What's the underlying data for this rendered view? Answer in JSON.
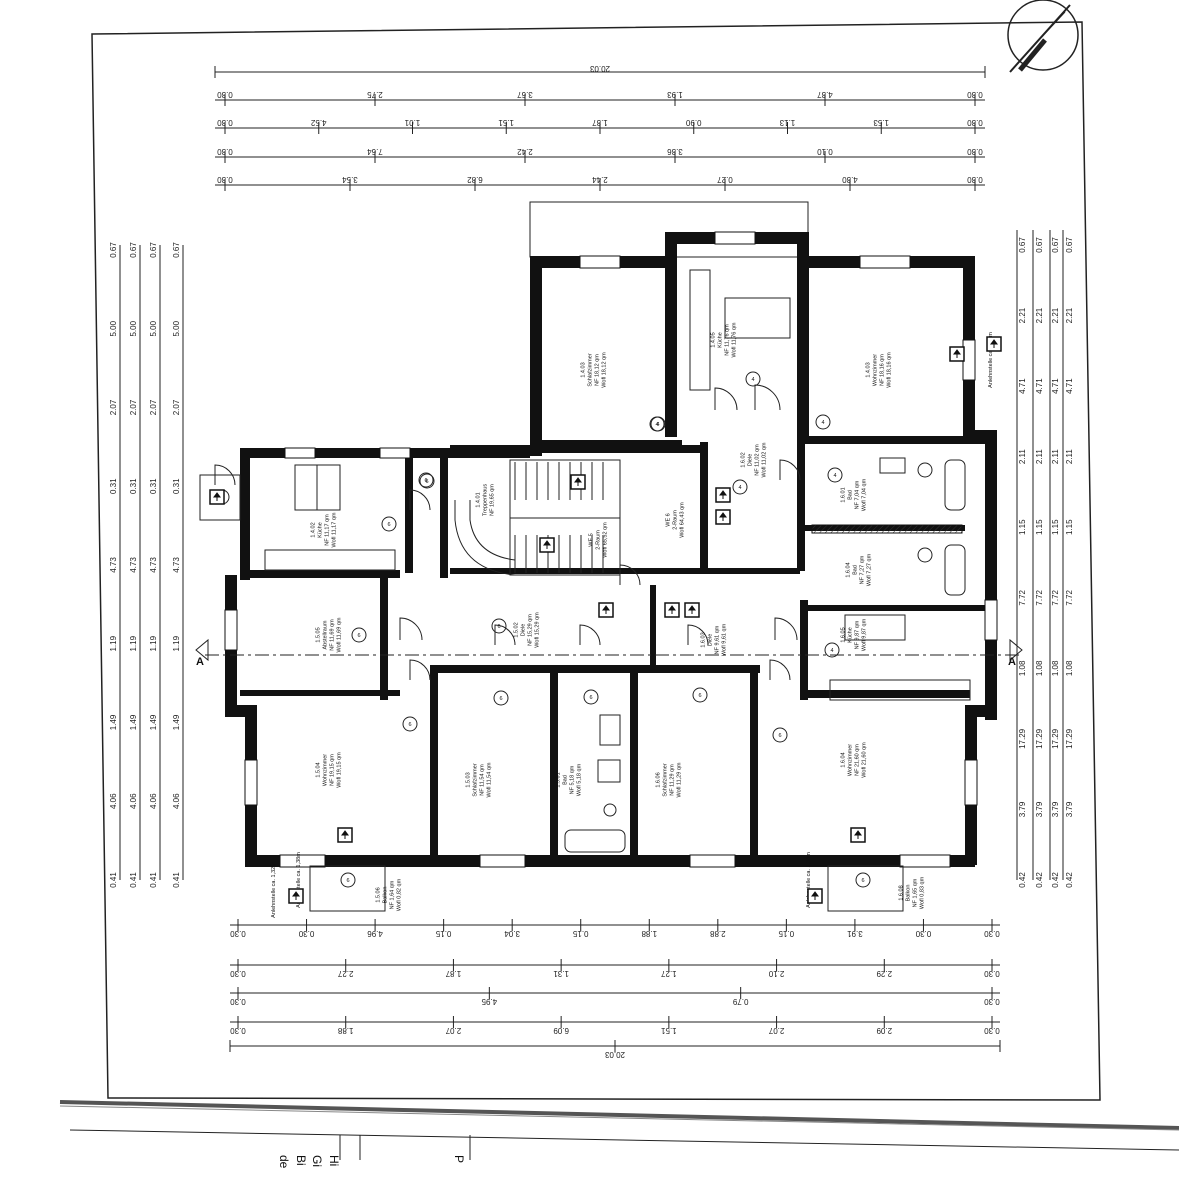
{
  "section_marks": {
    "left": "A",
    "right": "A"
  },
  "top_dims": {
    "row1": [
      "20.03"
    ],
    "row2": [
      "0.30",
      "2.75",
      "3.67",
      "1.93",
      "4.37",
      "0.30"
    ],
    "row3": [
      "0.30",
      "4.52",
      "1.01",
      "1.51",
      "1.37",
      "0.90",
      "1.13",
      "1.53",
      "0.30"
    ],
    "row4": [
      "0.30",
      "7.64",
      "2.42",
      "3.36",
      "0.10",
      "0.30"
    ],
    "row5": [
      "0.30",
      "3.54",
      "6.82",
      "2.44",
      "0.27",
      "4.30",
      "0.30"
    ]
  },
  "bottom_dims": {
    "row1": [
      "0.30",
      "0.30",
      "4.96",
      "0.15",
      "3.04",
      "0.15",
      "1.88",
      "2.88",
      "0.15",
      "3.91",
      "0.30",
      "0.30"
    ],
    "row2": [
      "0.30",
      "2.27",
      "1.87",
      "1.31",
      "1.27",
      "2.10",
      "2.29",
      "0.30"
    ],
    "row3": [
      "0.30",
      "4.95",
      "0.79",
      "0.30"
    ],
    "row4": [
      "0.30",
      "1.88",
      "2.07",
      "6.09",
      "1.51",
      "2.07",
      "2.09",
      "0.30"
    ],
    "row5": [
      "20.03"
    ]
  },
  "left_dims": [
    "0.67",
    "5.00",
    "2.07",
    "0.31",
    "4.73",
    "1.19",
    "1.49",
    "4.06",
    "0.41"
  ],
  "right_dims": [
    "0.67",
    "2.21",
    "4.71",
    "2.11",
    "1.15",
    "7.72",
    "1.08",
    "17.29",
    "3.79",
    "0.42"
  ],
  "rooms": [
    {
      "id": "1.4.03",
      "name": "Schlafzimmer",
      "nf": "NF 18,12 qm",
      "wfl": "Wofl 18,12 qm"
    },
    {
      "id": "1.4.05",
      "name": "Küche",
      "nf": "NF 11,76 qm",
      "wfl": "Wofl 11,76 qm"
    },
    {
      "id": "1.4.03",
      "name": "Wohnzimmer",
      "nf": "NF 18,16 qm",
      "wfl": "Wofl 18,16 qm"
    },
    {
      "id": "1.4.02",
      "name": "Küche",
      "nf": "NF 11,17 qm",
      "wfl": "Wofl 11,17 qm"
    },
    {
      "id": "1.4.01",
      "name": "Treppenhaus",
      "nf": "NF 19,65 qm",
      "wfl": ""
    },
    {
      "id": "WE 5",
      "name": "2-Raum",
      "nf": "",
      "wfl": "Wofl 65,52 qm"
    },
    {
      "id": "WE 6",
      "name": "2-Raum",
      "nf": "",
      "wfl": "Wofl 64,43 qm"
    },
    {
      "id": "1.6.02",
      "name": "Diele",
      "nf": "NF 11,02 qm",
      "wfl": "Wofl 11,02 qm"
    },
    {
      "id": "1.6.01",
      "name": "Bad",
      "nf": "NF 7,04 qm",
      "wfl": "Wofl 7,04 qm"
    },
    {
      "id": "1.6.04",
      "name": "Bad",
      "nf": "NF 7,27 qm",
      "wfl": "Wofl 7,27 qm"
    },
    {
      "id": "1.5.05",
      "name": "Abstellraum",
      "nf": "NF 11,69 qm",
      "wfl": "Wofl 11,69 qm"
    },
    {
      "id": "1.5.02",
      "name": "Diele",
      "nf": "NF 15,29 qm",
      "wfl": "Wofl 15,29 qm"
    },
    {
      "id": "1.6.03",
      "name": "Diele",
      "nf": "NF 9,61 qm",
      "wfl": "Wofl 9,61 qm"
    },
    {
      "id": "1.6.05",
      "name": "Küche",
      "nf": "NF 9,87 qm",
      "wfl": "Wofl 9,87 qm"
    },
    {
      "id": "1.5.04",
      "name": "Wohnzimmer",
      "nf": "NF 19,15 qm",
      "wfl": "Wofl 19,15 qm"
    },
    {
      "id": "1.5.03",
      "name": "Schlafzimmer",
      "nf": "NF 11,54 qm",
      "wfl": "Wofl 11,54 qm"
    },
    {
      "id": "1.5.01",
      "name": "Bad",
      "nf": "NF 5,18 qm",
      "wfl": "Wofl 5,18 qm"
    },
    {
      "id": "1.6.06",
      "name": "Schlafzimmer",
      "nf": "NF 11,29 qm",
      "wfl": "Wofl 11,29 qm"
    },
    {
      "id": "1.6.04",
      "name": "Wohnzimmer",
      "nf": "NF 21,60 qm",
      "wfl": "Wofl 21,60 qm"
    },
    {
      "id": "1.5.06",
      "name": "Balkon",
      "nf": "NF 1,64 qm",
      "wfl": "Wofl 0,82 qm"
    },
    {
      "id": "1.6.08",
      "name": "Balkon",
      "nf": "NF 1,65 qm",
      "wfl": "Wofl 0,83 qm"
    }
  ],
  "balcony_labels": [
    "Anlehnstelle ca. 1,32m",
    "Anlehnstelle ca. 1,38m",
    "Anlehnstelle ca. 4,30m",
    "Anlehnstelle ca. 1,38m"
  ],
  "circle_marks": [
    "4",
    "4",
    "4",
    "4",
    "4",
    "4",
    "4",
    "4",
    "6",
    "6",
    "6",
    "6",
    "6",
    "6",
    "6",
    "6",
    "6",
    "6",
    "6",
    "6"
  ],
  "title_block": {
    "c1": [
      "Hi",
      "Gi",
      "Bi",
      "de"
    ],
    "c2": "P"
  }
}
